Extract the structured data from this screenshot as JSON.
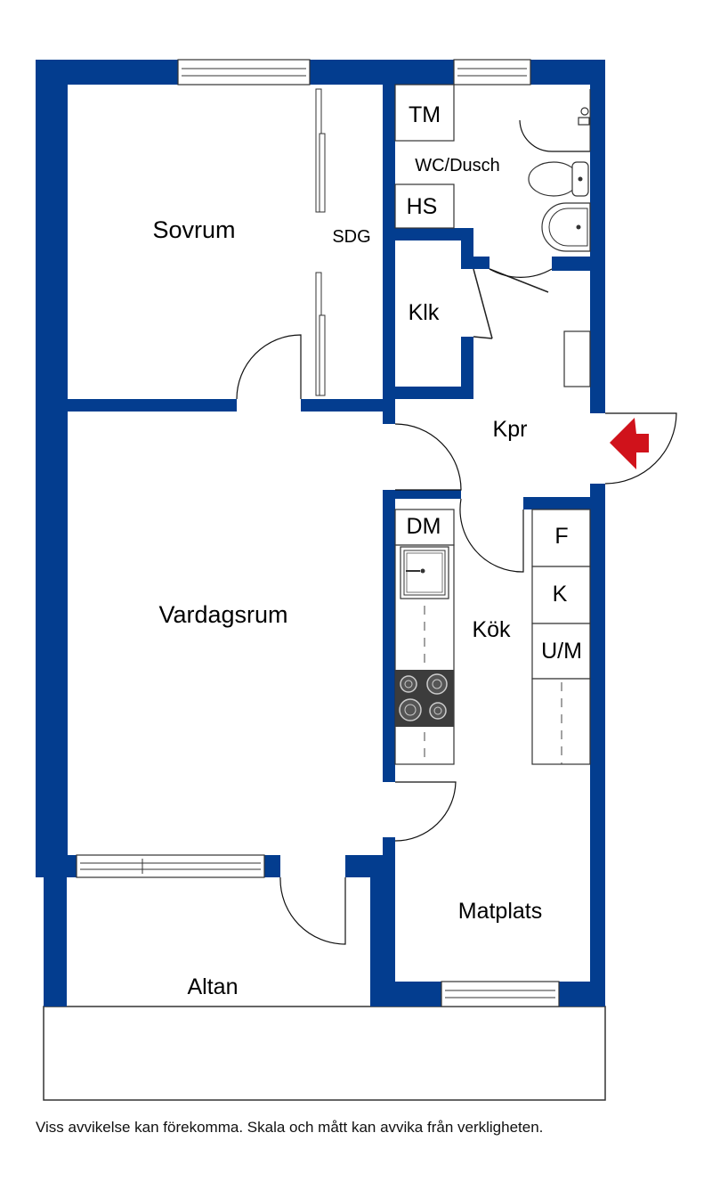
{
  "rooms": {
    "sovrum": "Sovrum",
    "sdg": "SDG",
    "tm": "TM",
    "wc_dusch": "WC/Dusch",
    "hs": "HS",
    "klk": "Klk",
    "kpr": "Kpr",
    "vardagsrum": "Vardagsrum",
    "dm": "DM",
    "kok": "Kök",
    "f": "F",
    "k": "K",
    "um": "U/M",
    "matplats": "Matplats",
    "altan": "Altan"
  },
  "disclaimer": "Viss avvikelse kan förekomma. Skala och mått kan avvika från verkligheten.",
  "colors": {
    "wall": "#033d8f",
    "entrance_marker": "#d0121b"
  },
  "icons": {
    "entrance": "entrance-arrow-icon"
  }
}
